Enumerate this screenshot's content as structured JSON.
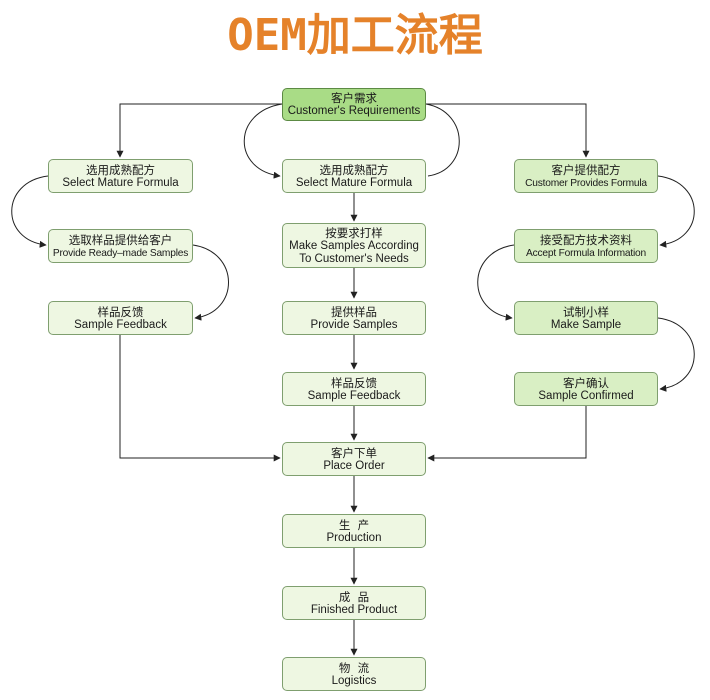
{
  "title": "OEM加工流程",
  "colors": {
    "title": "#e5822a",
    "node_top": "#a9dc86",
    "node_mid": "#d9efc4",
    "node_light": "#eef7e2",
    "border": "#7f9f6f",
    "line": "#222222"
  },
  "nodes": {
    "requirements": {
      "zh": "客户需求",
      "en": "Customer's Requirements"
    },
    "left_select": {
      "zh": "选用成熟配方",
      "en": "Select Mature Formula"
    },
    "left_provide": {
      "zh": "选取样品提供给客户",
      "en": "Provide Ready–made Samples"
    },
    "left_feedback": {
      "zh": "样品反馈",
      "en": "Sample Feedback"
    },
    "mid_select": {
      "zh": "选用成熟配方",
      "en": "Select Mature Formula"
    },
    "mid_make": {
      "zh": "按要求打样",
      "en": "Make Samples According",
      "en2": "To Customer's Needs"
    },
    "mid_provide": {
      "zh": "提供样品",
      "en": "Provide Samples"
    },
    "mid_feedback": {
      "zh": "样品反馈",
      "en": "Sample Feedback"
    },
    "right_provides": {
      "zh": "客户提供配方",
      "en": "Customer Provides Formula"
    },
    "right_accept": {
      "zh": "接受配方技术资料",
      "en": "Accept Formula Information"
    },
    "right_make": {
      "zh": "试制小样",
      "en": "Make Sample"
    },
    "right_confirm": {
      "zh": "客户确认",
      "en": "Sample Confirmed"
    },
    "order": {
      "zh": "客户下单",
      "en": "Place Order"
    },
    "production": {
      "zh": "生  产",
      "en": "Production"
    },
    "finished": {
      "zh": "成  品",
      "en": "Finished Product"
    },
    "logistics": {
      "zh": "物  流",
      "en": "Logistics"
    }
  }
}
